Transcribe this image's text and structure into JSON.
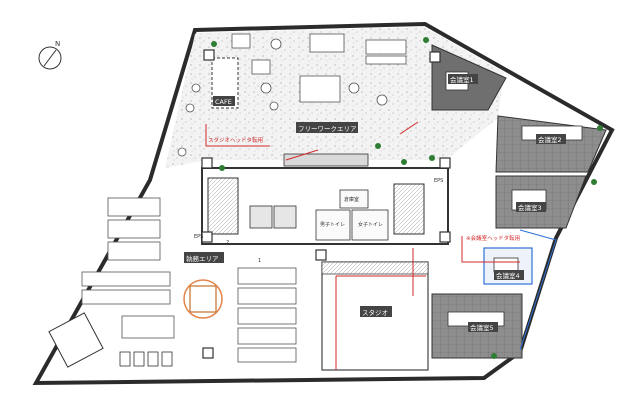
{
  "colors": {
    "floor_outline": "#2b2b2b",
    "speckle_floor": "#e9e9e9",
    "dark_room": "#7a7a7a",
    "grid_room": "#8c8c8c",
    "label_bg": "#444444",
    "red_line": "#d22a2a",
    "blue_line": "#2f6fd6",
    "plant": "#2f7d32",
    "furniture": "#555555"
  },
  "icons": {
    "compass": "compass-north-icon",
    "plant": "plant-icon"
  },
  "compass_letter": "N",
  "labels": {
    "cafe": "CAFE",
    "free_work": "フリーワークエリア",
    "meeting1": "会議室1",
    "meeting2": "会議室2",
    "meeting3": "会議室3",
    "meeting4": "会議室4",
    "meeting5": "会議室5",
    "office": "執務エリア",
    "studio": "スタジオ",
    "studio_note_left": "スタジオヘッドタ転用",
    "studio_note_right": "※会議室ヘッドタ転用",
    "eps": "EPS",
    "eps2": "EPS",
    "toilet_m": "男子トイレ",
    "toilet_w": "女子トイレ",
    "storage": "倉庫室",
    "wall_num_1": "1",
    "wall_num_2": "2"
  }
}
